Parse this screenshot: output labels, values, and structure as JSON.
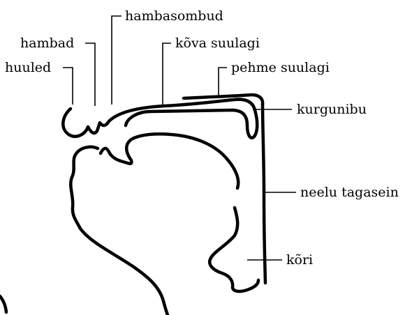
{
  "diagram": {
    "labels": {
      "huuled": "huuled",
      "hambad": "hambad",
      "hambasombud": "hambasombud",
      "kova_suulagi": "kõva suulagi",
      "pehme_suulagi": "pehme suulagi",
      "kurgunibu": "kurgunibu",
      "neelu_tagasein": "neelu tagasein",
      "kori": "kõri"
    }
  }
}
